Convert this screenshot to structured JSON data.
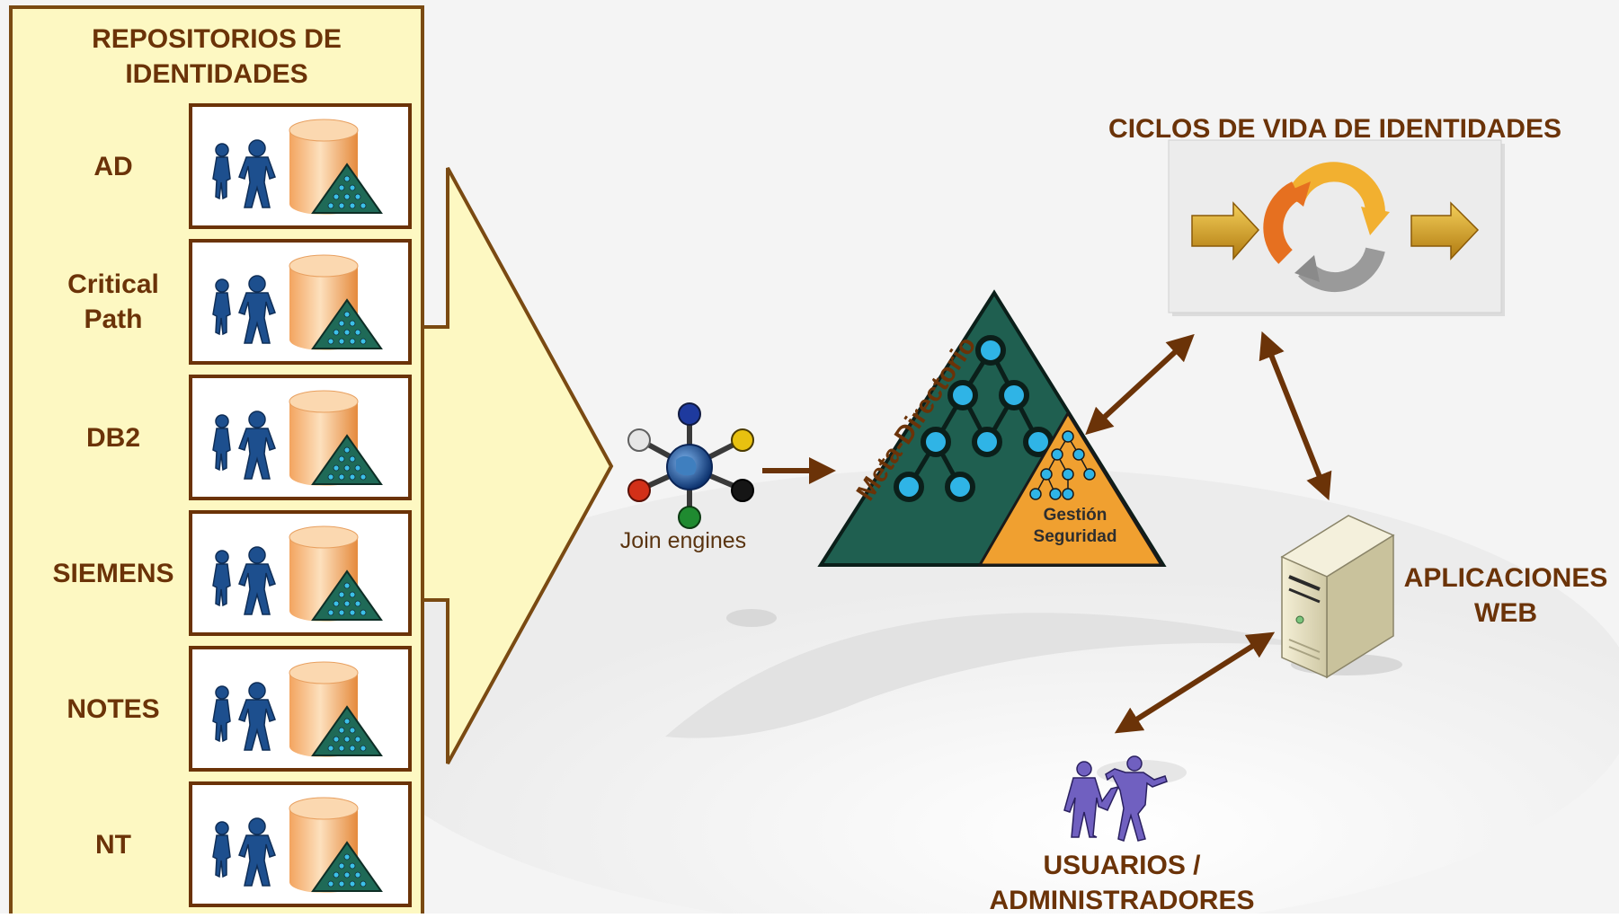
{
  "repositories": {
    "title": "REPOSITORIOS DE\nIDENTIDADES",
    "items": [
      {
        "label": "AD"
      },
      {
        "label": "Critical\nPath"
      },
      {
        "label": "DB2"
      },
      {
        "label": "SIEMENS"
      },
      {
        "label": "NOTES"
      },
      {
        "label": "NT"
      }
    ]
  },
  "join_engines": {
    "label": "Join engines"
  },
  "meta_directory": {
    "label": "Meta-Directorio",
    "sub_label": "Gestión\nSeguridad"
  },
  "lifecycle": {
    "title": "CICLOS DE VIDA DE IDENTIDADES"
  },
  "web_apps": {
    "label": "APLICACIONES\nWEB"
  },
  "users": {
    "label": "USUARIOS /\nADMINISTRADORES"
  },
  "colors": {
    "brown": "#6b3308",
    "panel": "#fdf8c2",
    "pyramid_green": "#1f5f50",
    "node_cyan": "#2fb4e6",
    "orange": "#f0a030",
    "figure_blue": "#1d4f8e",
    "user_purple": "#7060c0"
  },
  "icons": {
    "repo": [
      "person-icon",
      "database-icon",
      "tree-pyramid-icon"
    ],
    "join": "network-hub-icon",
    "lifecycle": "cycle-arrows-icon",
    "server": "server-icon",
    "users": "users-icon"
  }
}
